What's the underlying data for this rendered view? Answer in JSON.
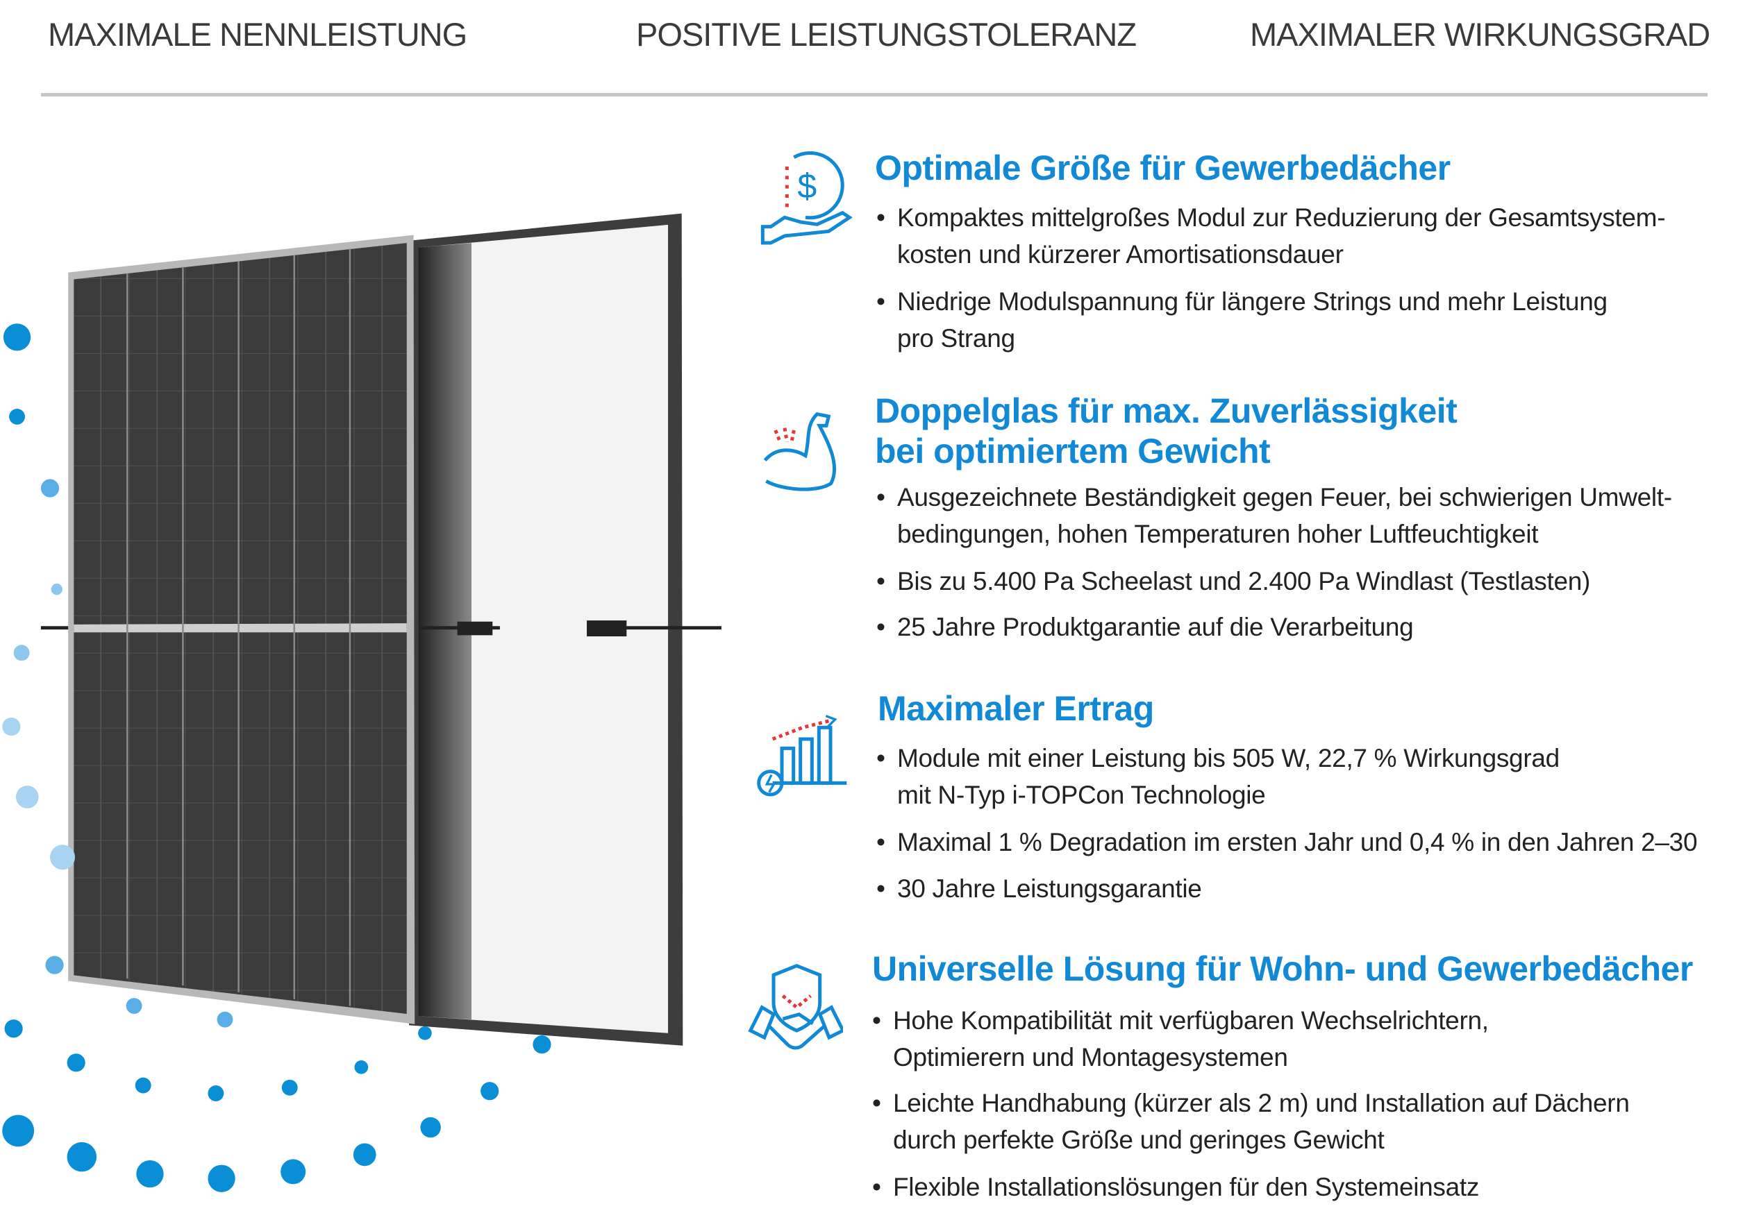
{
  "header": {
    "items": [
      "MAXIMALE NENNLEISTUNG",
      "POSITIVE LEISTUNGSTOLERANZ",
      "MAXIMALER WIRKUNGSGRAD"
    ]
  },
  "colors": {
    "accent": "#1289d6",
    "red": "#e03a3a",
    "rule": "#c6c6c6"
  },
  "sections": [
    {
      "icon": "hand-dollar-icon",
      "title": [
        "Optimale Größe für Gewerbedächer"
      ],
      "bullets": [
        [
          "Kompaktes mittelgroßes Modul zur Reduzierung der Gesamtsystem-",
          "kosten und kürzerer Amortisationsdauer"
        ],
        [
          "Niedrige Modulspannung für längere Strings und mehr Leistung",
          "pro Strang"
        ]
      ]
    },
    {
      "icon": "flexed-arm-icon",
      "title": [
        "Doppelglas für max. Zuverlässigkeit",
        "bei optimiertem Gewicht"
      ],
      "bullets": [
        [
          "Ausgezeichnete Beständigkeit gegen Feuer, bei schwierigen Umwelt-",
          "bedingungen, hohen Temperaturen hoher Luftfeuchtigkeit"
        ],
        [
          "Bis zu 5.400 Pa Scheelast und 2.400 Pa Windlast (Testlasten)"
        ],
        [
          "25 Jahre Produktgarantie auf die Verarbeitung"
        ]
      ]
    },
    {
      "icon": "bar-chart-growth-icon",
      "title": [
        "Maximaler Ertrag"
      ],
      "bullets": [
        [
          "Module mit einer Leistung bis 505 W, 22,7 % Wirkungsgrad",
          "mit N-Typ i-TOPCon Technologie"
        ],
        [
          "Maximal 1 % Degradation im ersten Jahr und 0,4 % in den Jahren 2–30"
        ],
        [
          "30 Jahre Leistungsgarantie"
        ]
      ]
    },
    {
      "icon": "handshake-shield-icon",
      "title": [
        "Universelle Lösung für Wohn- und Gewerbedächer"
      ],
      "bullets": [
        [
          "Hohe Kompatibilität mit verfügbaren Wechselrichtern,",
          "Optimierern und Montagesystemen"
        ],
        [
          "Leichte Handhabung (kürzer als 2 m) und Installation auf Dächern",
          "durch perfekte Größe und geringes Gewicht"
        ],
        [
          "Flexible Installationslösungen für den Systemeinsatz"
        ]
      ]
    }
  ]
}
